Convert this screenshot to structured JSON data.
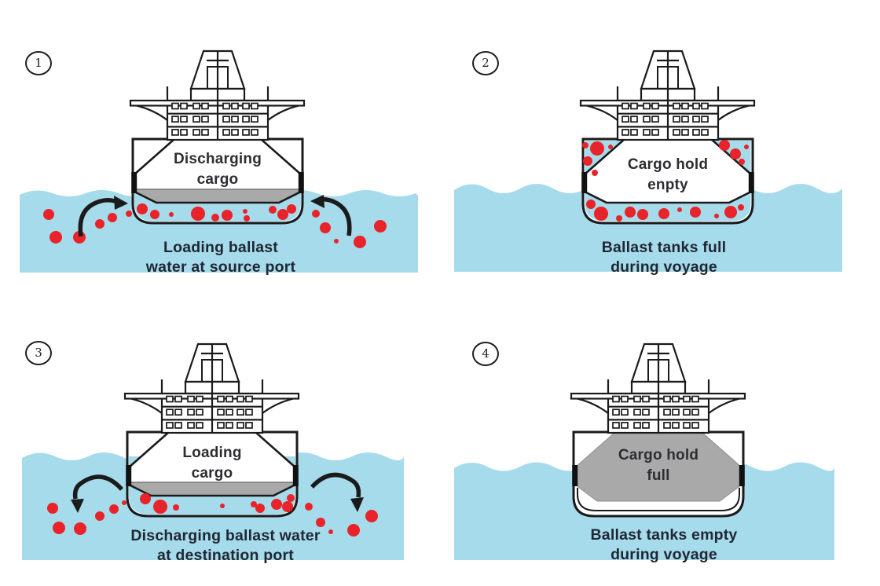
{
  "diagram": {
    "subject": "ballast-water-exchange-cycle",
    "colors": {
      "water": "#a6dbeb",
      "organism_red": "#e8232a",
      "cargo_gray": "#a9a9a9",
      "line": "#1b1b1b",
      "text": "#202733"
    },
    "panels": [
      {
        "number": "1",
        "hold_line1": "Discharging",
        "hold_line2": "cargo",
        "caption_line1": "Loading ballast",
        "caption_line2": "water at source port"
      },
      {
        "number": "2",
        "hold_line1": "Cargo hold",
        "hold_line2": "enpty",
        "caption_line1": "Ballast tanks full",
        "caption_line2": "during voyage"
      },
      {
        "number": "3",
        "hold_line1": "Loading",
        "hold_line2": "cargo",
        "caption_line1": "Discharging ballast water",
        "caption_line2": "at destination port"
      },
      {
        "number": "4",
        "hold_line1": "Cargo hold",
        "hold_line2": "full",
        "caption_line1": "Ballast tanks empty",
        "caption_line2": "during voyage"
      }
    ]
  }
}
